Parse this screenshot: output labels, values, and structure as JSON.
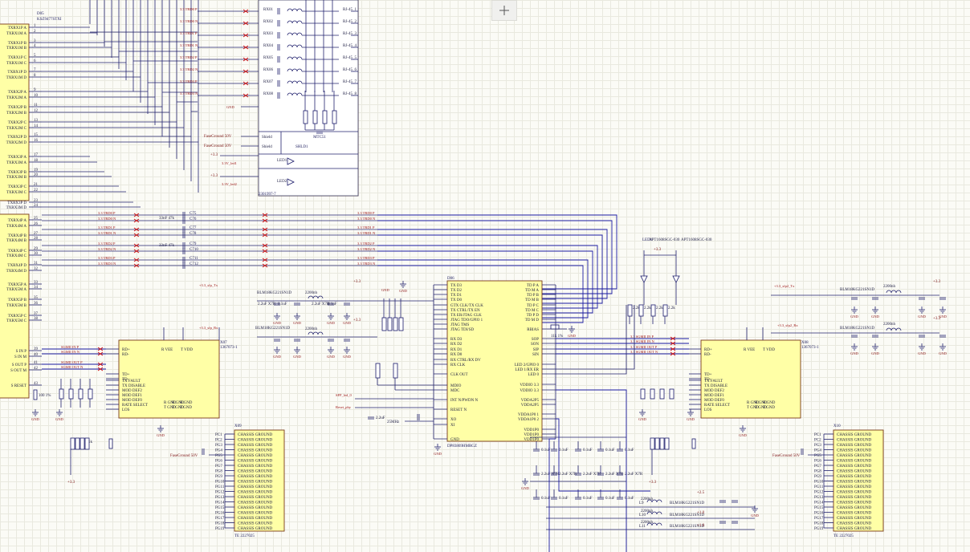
{
  "canvas": {
    "cursor": "crosshair-move-icon"
  },
  "blocks": {
    "left_connector": {
      "pins": [
        "TXRX1P_A",
        "TXRX1M_A",
        "TXRX1P_B",
        "TXRX1M_B",
        "TXRX1P_C",
        "TXRX1M_C",
        "TXRX1P_D",
        "TXRX1M_D",
        "TXRX2P_A",
        "TXRX2M_A",
        "TXRX2P_B",
        "TXRX2M_B",
        "TXRX2P_C",
        "TXRX2M_C",
        "TXRX2P_D",
        "TXRX2M_D",
        "TXRX3P_A",
        "TXRX3M_A",
        "TXRX3P_B",
        "TXRX3M_B",
        "TXRX3P_C",
        "TXRX3M_C",
        "TXRX3P_D",
        "TXRX3M_D",
        "TXRX4P_A",
        "TXRX4M_A",
        "TXRX4P_B",
        "TXRX4M_B",
        "TXRX4P_C",
        "TXRX4M_C",
        "TXRX4P_D",
        "TXRX4M_D",
        "TXRX5P_A",
        "TXRX5M_A",
        "TXRX5P_B",
        "TXRX5M_B",
        "TXRX5P_C",
        "TXRX5M_C",
        "S_IN_P",
        "S_IN_M",
        "S_OUT_P",
        "S_OUT_M",
        "S_RESET"
      ],
      "ref": "D05",
      "part": "KSZ9477STXI"
    },
    "magnetics": {
      "ref": "J01",
      "part": "2301997-7",
      "shield_labels": [
        "Shield",
        "Shield"
      ],
      "net_labels": [
        "FaseGround_50V",
        "FaseGround_50V"
      ],
      "rj_labels": [
        "RJ-45_1",
        "RJ-45_2",
        "RJ-45_3",
        "RJ-45_4",
        "RJ-45_5",
        "RJ-45_6",
        "RJ-45_7",
        "RJ-45_8"
      ],
      "led_labels": [
        "LED1",
        "LED2"
      ],
      "gnd": "GND"
    },
    "phy": {
      "ref": "D06",
      "part": "DP83869HMRGZ",
      "left_pins": [
        "TX_D3",
        "TX_D2",
        "TX_D1",
        "TX_D0",
        "GTX_CLK/TX_CLK",
        "TX_CTRL/TX_EN",
        "TX_ER/JTAG_CLK",
        "JTAG_TDO/GPIO_1",
        "JTAG_TMS",
        "JTAG_TDI/SD",
        "RX_D3",
        "RX_D2",
        "RX_D1",
        "RX_D0",
        "RX_CTRL/RX_DV",
        "RX_CLK",
        "CLK_OUT",
        "MDIO",
        "MDC",
        "INT_N/PWDN_N",
        "RESET_N",
        "XO",
        "XI",
        "GND"
      ],
      "right_pins": [
        "TD_P_A",
        "TD_M_A",
        "TD_P_B",
        "TD_M_B",
        "TD_P_C",
        "TD_M_C",
        "TD_P_D",
        "TD_M_D",
        "RBIAS",
        "SOP",
        "SON",
        "SIP",
        "SIN",
        "LED_2/GPIO_0",
        "LED_1/RX_ER",
        "LED_0",
        "VDDIO_3.3",
        "VDDIO_3.3",
        "VDDA2P5",
        "VDDA2P5",
        "VDDA1P0_1",
        "VDDA1P0_2",
        "VDD1P0",
        "VDD1P0",
        "VDD1P0"
      ],
      "rbias_res": "11k_1%"
    },
    "sfp_left": {
      "ref": "X07",
      "part": "1367073-1",
      "left_pins": [
        "RD+",
        "RD-",
        "TD+",
        "TD-",
        "TX_FAULT",
        "TX_DISABLE",
        "MOD_DEF2",
        "MOD_DEF1",
        "MOD_DEF0",
        "RATE_SELECT",
        "LOS"
      ],
      "top_pins": [
        "R_VEE",
        "T_VDD"
      ],
      "gnd_pins": [
        "R_GND",
        "R_GND",
        "R_GND",
        "T_GND",
        "T_GND",
        "T_GND"
      ]
    },
    "sfp_right": {
      "ref": "X08",
      "part": "1367073-1",
      "left_pins": [
        "RD+",
        "RD-",
        "TD+",
        "TD-",
        "TX_FAULT",
        "TX_DISABLE",
        "MOD_DEF2",
        "MOD_DEF1",
        "MOD_DEF0",
        "RATE_SELECT",
        "LOS"
      ],
      "top_pins": [
        "R_VEE",
        "T_VDD"
      ],
      "gnd_pins": [
        "R_GND",
        "R_GND",
        "R_GND",
        "T_GND",
        "T_GND",
        "T_GND"
      ]
    },
    "chassis_left": {
      "ref": "X09",
      "part": "TE_2227025",
      "label": "CHASSIS_GROUND",
      "count": 19,
      "net": "FaseGround_50V"
    },
    "chassis_right": {
      "ref": "X10",
      "part": "TE_2227025",
      "label": "CHASSIS_GROUND",
      "count": 19,
      "net": "FaseGround_50V"
    }
  },
  "nets": {
    "tp_top": [
      "3.3_TRD0_P",
      "3.3_TRD0_N",
      "3.3_TRD1_P",
      "3.3_TRD1_N",
      "3.3_TRD2_P",
      "3.3_TRD2_N",
      "3.3_TRD3_P",
      "3.3_TRD3_N"
    ],
    "tp_mid": [
      "3.3_TRD0_P",
      "3.3_TRD0_N",
      "3.3_TRD1_P",
      "3.3_TRD1_N",
      "3.3_TRD2_P",
      "3.3_TRD2_N",
      "3.3_TRD3_P",
      "3.3_TRD3_N"
    ],
    "sgmii_left": [
      "SGMII_IN_P",
      "SGMII_IN_N",
      "SGMII_OUT_P",
      "SGMII_OUT_N"
    ],
    "sgmii_right": [
      "3.3_SGMII_IN_P",
      "3.3_SGMII_IN_N",
      "3.3_SGMII_OUT_P",
      "3.3_SGMII_OUT_N"
    ],
    "rails": [
      "+3.3",
      "+2.5",
      "+1.0",
      "GND"
    ],
    "ferrites": [
      "BLM18KG221SN1D",
      "BLM18KG221SN1D",
      "BLM18KG221SN1D",
      "BLM18KG221SN1D"
    ],
    "inductors": [
      "2200nh",
      "2200nh",
      "2200nh",
      "2200nh"
    ],
    "caps": [
      "0.1uF",
      "2.2uF_X7R",
      "0.1uF",
      "22pF"
    ],
    "crystal": "25MHz",
    "leds": [
      "APT1608SGC-030",
      "APT1608SGC-030"
    ],
    "led_ref": "LED1"
  }
}
